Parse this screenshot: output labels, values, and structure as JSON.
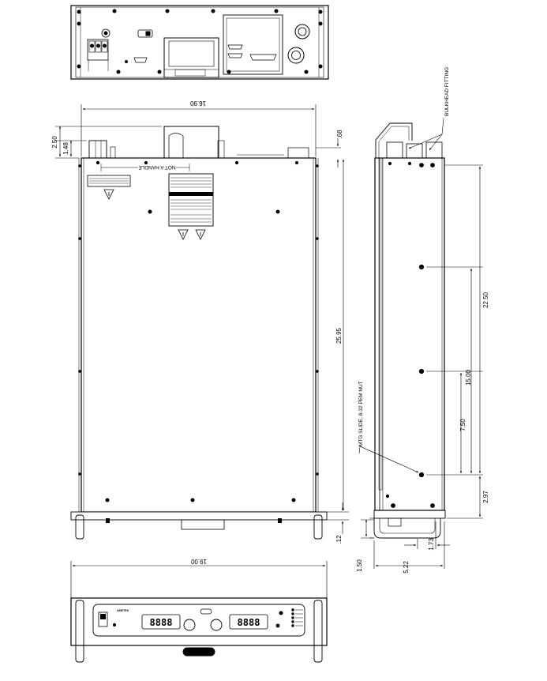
{
  "dimensions": {
    "overall_width": "16.90",
    "handle_depth": "2.50",
    "rear_step": "1.48",
    "rear_offset": ".68",
    "body_length": "25.95",
    "slide_overall": "22.50",
    "slide_mid": "15.00",
    "slide_short": "7.50",
    "slide_end": "2.97",
    "front_lip": ".12",
    "rack_width": "19.00",
    "panel_height": "1.50",
    "side_depth": "5.22",
    "handle_offset": "1.73"
  },
  "callouts": {
    "bulkhead": "BULKHEAD FITTING",
    "mtg_slide": "MTG SLIDE, 8-32 PEM NUT"
  },
  "top_view": {
    "handle_label": "NOT A HANDLE"
  },
  "front_panel": {
    "brand": "AMETEK",
    "meter_left": "8888",
    "meter_right": "8888"
  },
  "icons": {
    "warning": "warning-triangle-icon",
    "mount_hole": "mount-hole-icon",
    "connector": "d-sub-connector-icon"
  }
}
